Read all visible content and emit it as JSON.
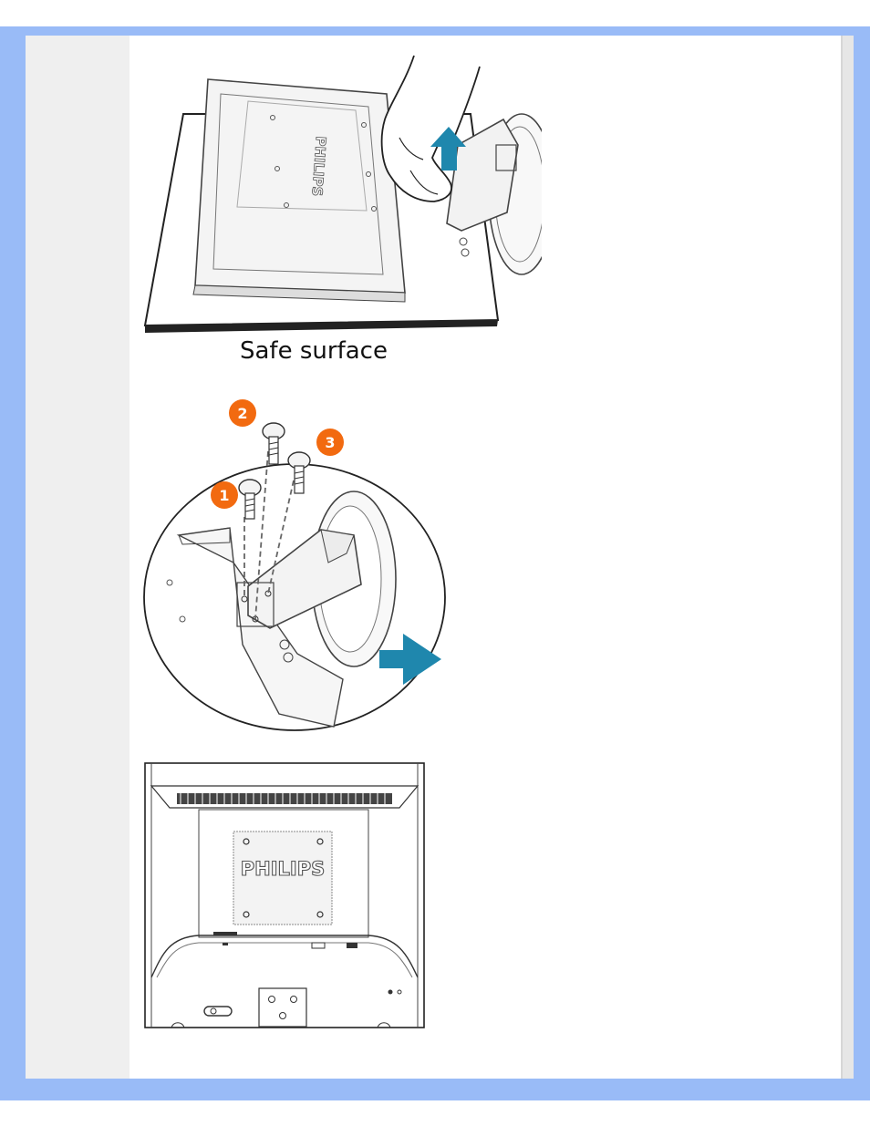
{
  "figure1": {
    "caption": "Safe surface",
    "brand": "PHILIPS"
  },
  "figure2": {
    "markers": [
      "1",
      "2",
      "3"
    ]
  },
  "figure3": {
    "brand": "PHILIPS"
  },
  "colors": {
    "frame": "#99bbf7",
    "left_column": "#efefef",
    "arrow": "#1f87ad",
    "marker": "#f26a10"
  }
}
